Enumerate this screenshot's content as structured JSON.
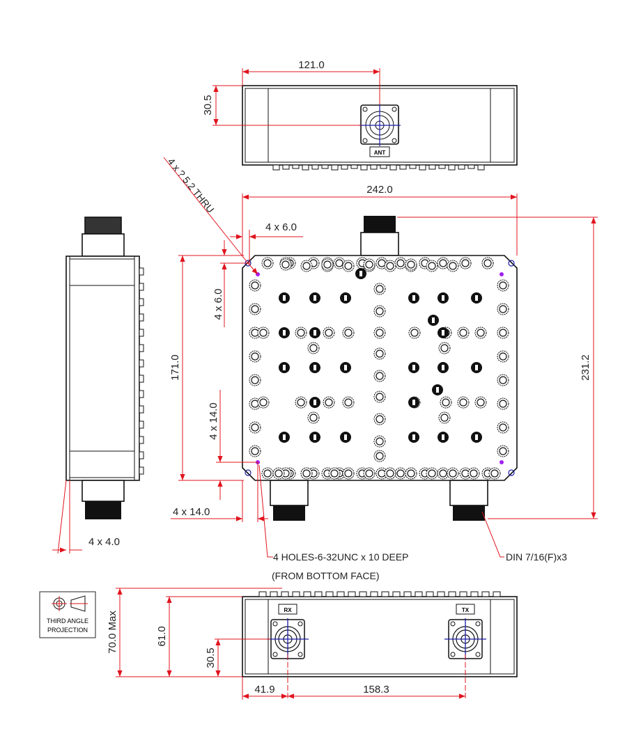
{
  "views": {
    "top": {
      "connector_label": "ANT"
    },
    "bottom": {
      "connector_labels": [
        "RX",
        "TX"
      ]
    }
  },
  "dimensions": {
    "top_width_to_connector": "121.0",
    "top_height_to_connector": "30.5",
    "overall_width": "242.0",
    "overall_length": "231.2",
    "body_length": "171.0",
    "corner_offset_h": "4 x 6.0",
    "corner_offset_v": "4 x 6.0",
    "hole_offset_v": "4 x 14.0",
    "hole_offset_h": "4 x 14.0",
    "side_offset": "4 x 4.0",
    "height_max": "70.0 Max",
    "height_body": "61.0",
    "connector_height": "30.5",
    "rx_offset": "41.9",
    "rx_tx_spacing": "158.3"
  },
  "callouts": {
    "thru_holes": "4 x ? 5.2 THRU",
    "tapped_holes_line1": "4 HOLES-6-32UNC x 10 DEEP",
    "tapped_holes_line2": "(FROM BOTTOM FACE)",
    "connectors": "DIN 7/16(F)x3"
  },
  "projection_symbol": {
    "line1": "THIRD ANGLE",
    "line2": "PROJECTION"
  },
  "colors": {
    "dimension": "#e0141e",
    "centerline": "#1a1aa8",
    "hole_marker": "#a020f0"
  }
}
